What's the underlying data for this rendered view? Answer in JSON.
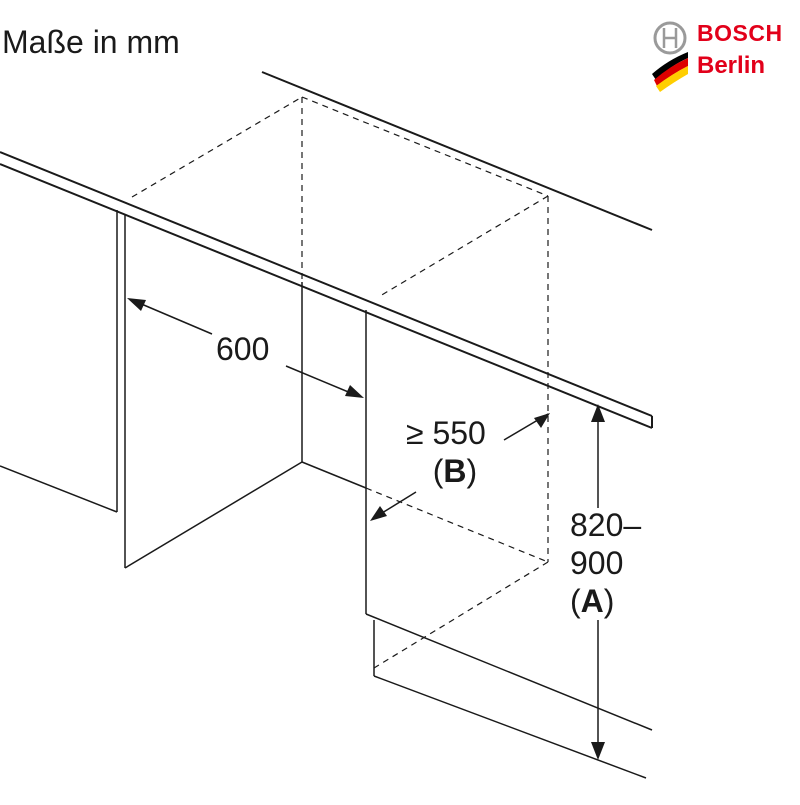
{
  "title": "Maße in mm",
  "brand": {
    "name": "BOSCH",
    "subtitle": "Berlin",
    "colors": {
      "red": "#e2001a",
      "gray": "#9a9a9a",
      "flag_black": "#000000",
      "flag_red": "#dd0000",
      "flag_gold": "#ffce00"
    }
  },
  "dimensions": {
    "width": {
      "value": "600"
    },
    "depth": {
      "value": "≥ 550",
      "open": "(",
      "code": "B",
      "close": ")"
    },
    "height": {
      "line1": "820–",
      "line2": "900",
      "open": "(",
      "code": "A",
      "close": ")"
    }
  }
}
